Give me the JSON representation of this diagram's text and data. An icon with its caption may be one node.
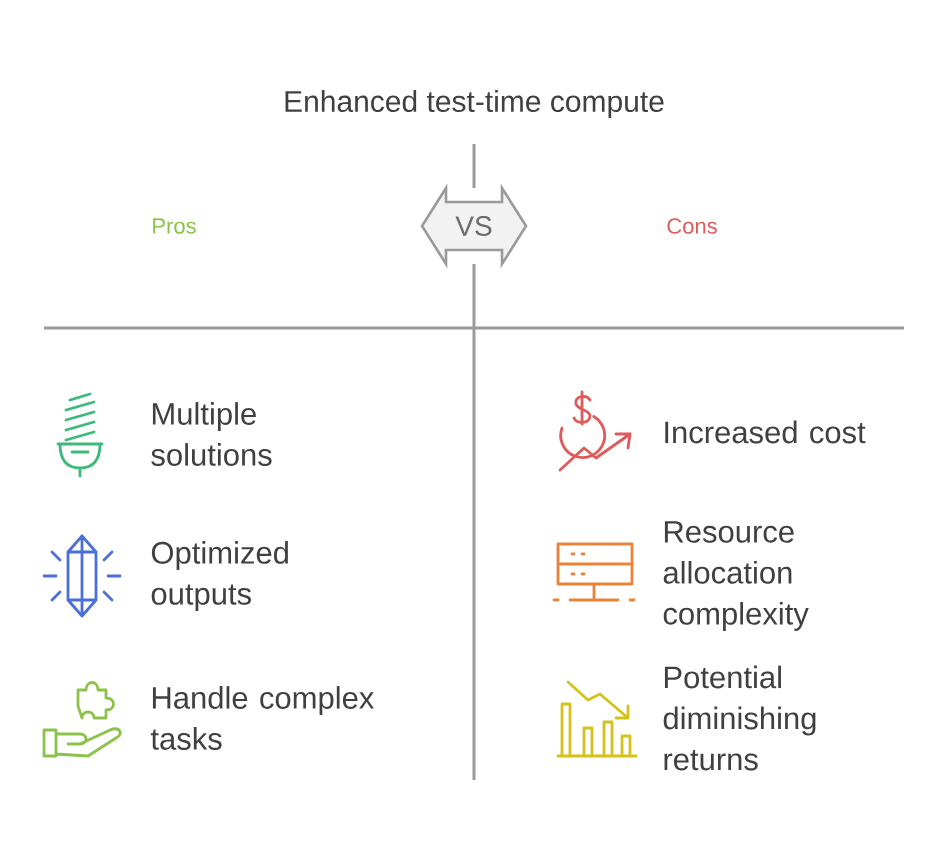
{
  "diagram": {
    "title": "Enhanced test-time compute",
    "nodes": [
      {
        "text": [
          "VS"
        ]
      }
    ],
    "labels": [
      "Pros",
      "Cons",
      "Multiple solutions",
      "Increased cost",
      "Optimized outputs",
      "Resource allocation complexity",
      "Handle complex tasks",
      "Potential diminishing returns"
    ]
  }
}
